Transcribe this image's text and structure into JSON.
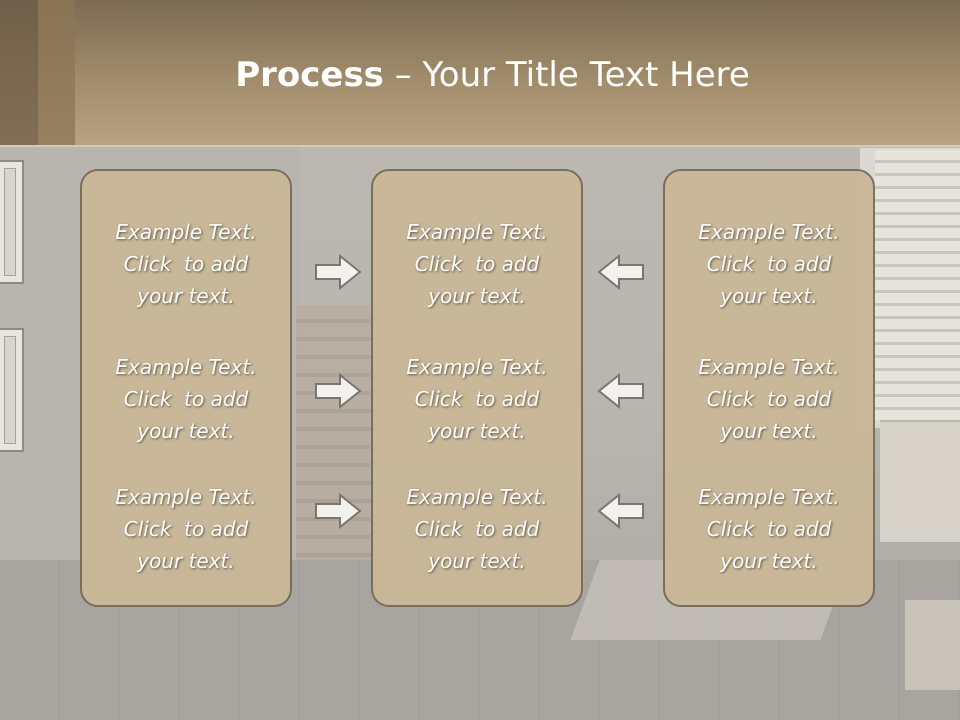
{
  "slide": {
    "title_bold": "Process",
    "title_rest": " – Your Title Text Here"
  },
  "columns": [
    {
      "items": [
        {
          "line1": "Example Text.",
          "line2": "Click  to add",
          "line3": "your text."
        },
        {
          "line1": "Example Text.",
          "line2": "Click  to add",
          "line3": "your text."
        },
        {
          "line1": "Example Text.",
          "line2": "Click  to add",
          "line3": "your text."
        }
      ]
    },
    {
      "items": [
        {
          "line1": "Example Text.",
          "line2": "Click  to add",
          "line3": "your text."
        },
        {
          "line1": "Example Text.",
          "line2": "Click  to add",
          "line3": "your text."
        },
        {
          "line1": "Example Text.",
          "line2": "Click  to add",
          "line3": "your text."
        }
      ]
    },
    {
      "items": [
        {
          "line1": "Example Text.",
          "line2": "Click  to add",
          "line3": "your text."
        },
        {
          "line1": "Example Text.",
          "line2": "Click  to add",
          "line3": "your text."
        },
        {
          "line1": "Example Text.",
          "line2": "Click  to add",
          "line3": "your text."
        }
      ]
    }
  ],
  "arrows": {
    "left_group": {
      "icon": "arrow-right-icon",
      "direction": "right"
    },
    "right_group": {
      "icon": "arrow-left-icon",
      "direction": "left"
    }
  },
  "colors": {
    "title_bar": "#a18c6c",
    "box_fill": "#c9b898",
    "box_border": "#776b58",
    "text": "#ffffff"
  }
}
